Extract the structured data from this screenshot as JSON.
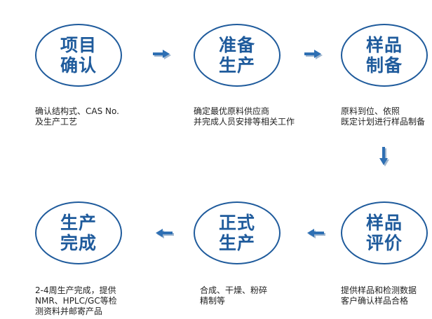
{
  "steps": [
    {
      "title": "项目\n确认",
      "desc": "确认结构式、CAS No.\n及生产工艺"
    },
    {
      "title": "准备\n生产",
      "desc": "确定最优原料供应商\n并完成人员安排等相关工作"
    },
    {
      "title": "样品\n制备",
      "desc": "原料到位、依照\n既定计划进行样品制备"
    },
    {
      "title": "样品\n评价",
      "desc": "提供样品和检测数据\n客户确认样品合格"
    },
    {
      "title": "正式\n生产",
      "desc": "合成、干燥、粉碎\n精制等"
    },
    {
      "title": "生产\n完成",
      "desc": "2-4周生产完成，提供\nNMR、HPLC/GC等检\n测资料并邮寄产品"
    }
  ],
  "colors": {
    "accent": "#1f5b9c",
    "arrow": "#2e6fb3",
    "arrow_shadow": "#9fb6cf"
  }
}
